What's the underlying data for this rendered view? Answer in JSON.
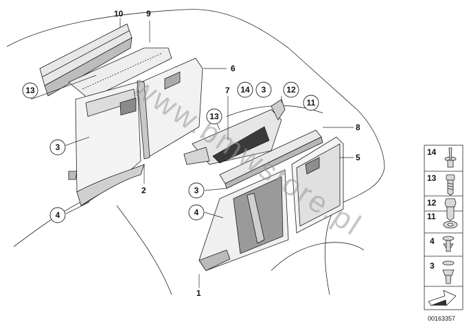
{
  "diagram": {
    "watermark": "www.bmwstore.pl",
    "reference_code": "00163357",
    "callouts": [
      {
        "id": "c10",
        "label": "10"
      },
      {
        "id": "c9",
        "label": "9"
      },
      {
        "id": "c6",
        "label": "6"
      },
      {
        "id": "c13a",
        "label": "13",
        "circled": true
      },
      {
        "id": "c7",
        "label": "7"
      },
      {
        "id": "c14",
        "label": "14",
        "circled": true
      },
      {
        "id": "c3a",
        "label": "3",
        "circled": true
      },
      {
        "id": "c12",
        "label": "12",
        "circled": true
      },
      {
        "id": "c11",
        "label": "11",
        "circled": true
      },
      {
        "id": "c13b",
        "label": "13",
        "circled": true
      },
      {
        "id": "c8",
        "label": "8"
      },
      {
        "id": "c3b",
        "label": "3",
        "circled": true
      },
      {
        "id": "c5",
        "label": "5"
      },
      {
        "id": "c2",
        "label": "2"
      },
      {
        "id": "c3c",
        "label": "3",
        "circled": true
      },
      {
        "id": "c4a",
        "label": "4",
        "circled": true
      },
      {
        "id": "c4b",
        "label": "4",
        "circled": true
      },
      {
        "id": "c1",
        "label": "1"
      }
    ],
    "legend": [
      {
        "label": "14",
        "icon": "push-rivet-icon"
      },
      {
        "label": "13",
        "icon": "screw-icon"
      },
      {
        "label": "12",
        "icon": "hex-bolt-icon"
      },
      {
        "label": "11",
        "icon": "washer-icon"
      },
      {
        "label": "4",
        "icon": "clip-icon"
      },
      {
        "label": "3",
        "icon": "expanding-clip-icon"
      }
    ],
    "colors": {
      "line": "#1a1a1a",
      "fill_light": "#ececec",
      "fill_mid": "#cfcfcf",
      "fill_dark": "#7a7a7a"
    }
  }
}
